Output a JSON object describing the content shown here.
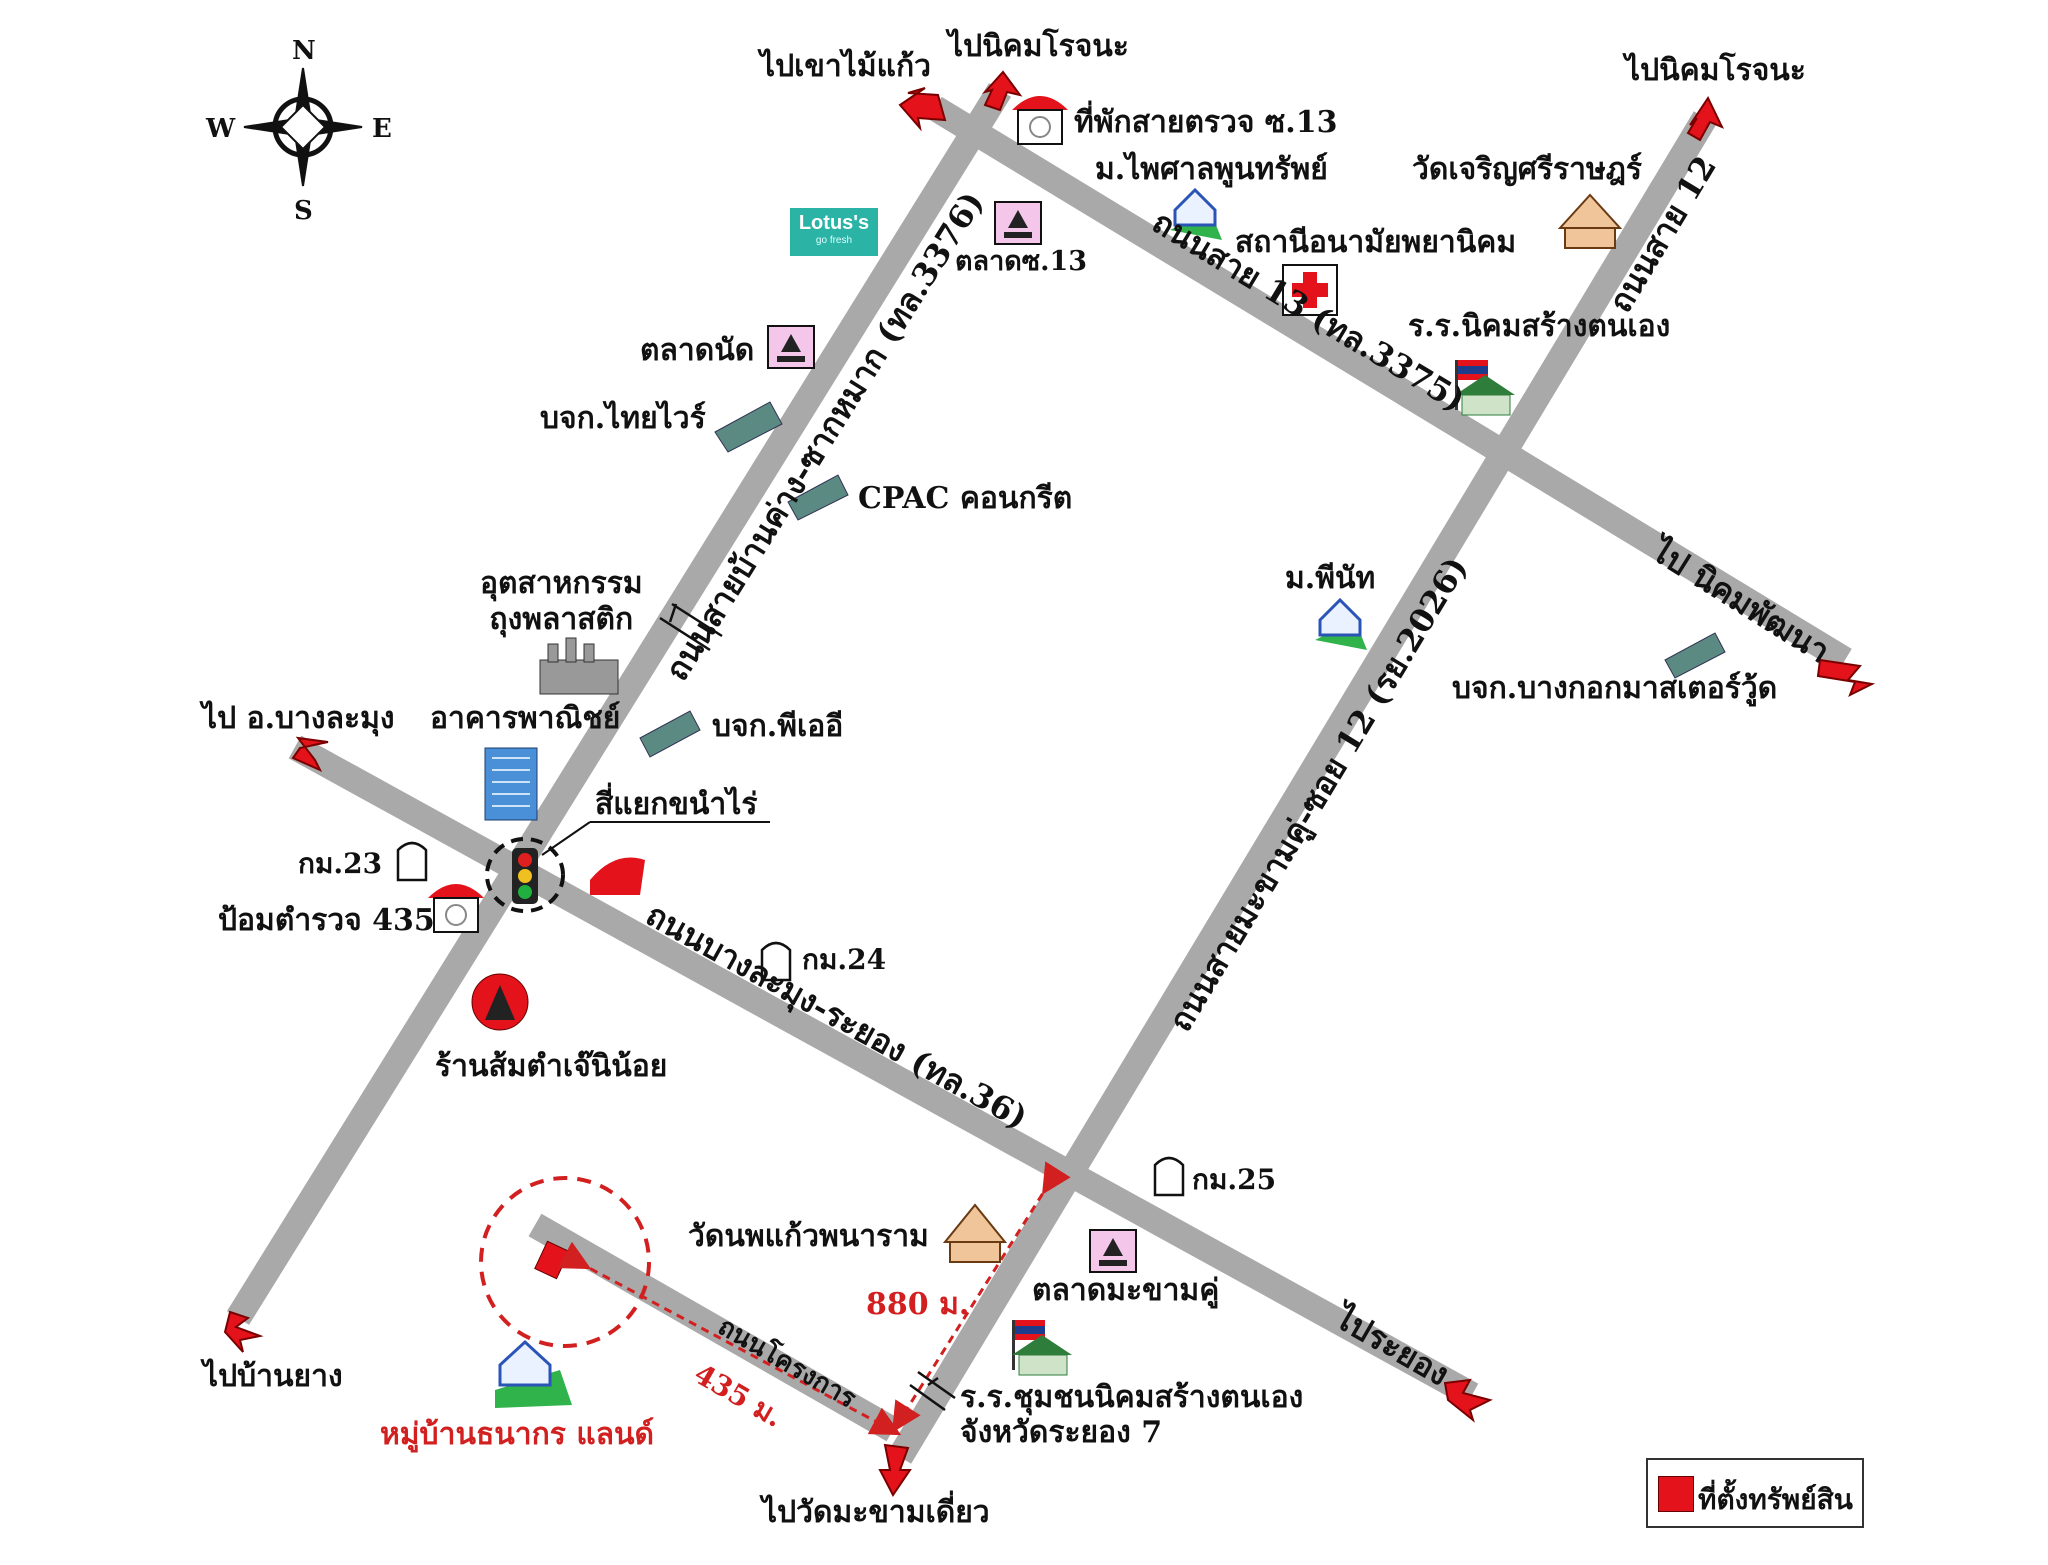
{
  "compass": {
    "n": "N",
    "s": "S",
    "e": "E",
    "w": "W"
  },
  "destinations": {
    "khao_mai_kaew": "ไปเขาไม้แก้ว",
    "nikhom_rojana_1": "ไปนิคมโรจนะ",
    "nikhom_rojana_2": "ไปนิคมโรจนะ",
    "nikhom_phatthana": "ไป นิคมพัฒนา",
    "bang_lamung": "ไป อ.บางละมุง",
    "ban_yang": "ไปบ้านยาง",
    "wat_makham_diao": "ไปวัดมะขามเดี่ยว",
    "rayong": "ไประยอง"
  },
  "roads": {
    "road_3376": "ถนนสายบ้านค่าง-ซากหมาก (ทล.3376)",
    "road_3375": "ถนนสาย 13 (ทล.3375)",
    "road_12": "ถนนสาย 12",
    "road_2026": "ถนนสายมะขามคู่-ซอย 12 (รย.2026)",
    "road_36": "ถนนบางละมุง-ระยอง (ทล.36)",
    "project_road": "ถนนโครงการ"
  },
  "places": {
    "checkpoint_13": "ที่พักสายตรวจ ซ.13",
    "pisal_village": "ม.ไพศาลพูนทรัพย์",
    "wat_charoen": "วัดเจริญศรีราษฎร์",
    "health_station": "สถานีอนามัยพยานิคม",
    "market_13": "ตลาดซ.13",
    "school_nikhom": "ร.ร.นิคมสร้างตนเอง",
    "talat_nat": "ตลาดนัด",
    "thai_wire": "บจก.ไทยไวร์",
    "cpac": "CPAC คอนกรีต",
    "plastic_bag": "อุตสาหกรรม\nถุงพลาสติก",
    "pe": "บจก.พีเออี",
    "commercial": "อาคารพาณิชย์",
    "intersection": "สี่แยกขนำไร่",
    "km23": "กม.23",
    "police_435": "ป้อมตำรวจ 435",
    "km24": "กม.24",
    "som_tam": "ร้านส้มตำเจ๊นิน้อย",
    "pinat_village": "ม.พีนัท",
    "bangkok_master_wood": "บจก.บางกอกมาสเตอร์วู้ด",
    "km25": "กม.25",
    "wat_nong_kaew": "วัดนพแก้วพนาราม",
    "makham_market": "ตลาดมะขามคู่",
    "chumchon_school": "ร.ร.ชุมชนนิคมสร้างตนเอง\nจังหวัดระยอง 7",
    "dist_880": "880 ม.",
    "dist_435": "435 ม.",
    "thanakorn": "หมู่บ้านธนากร แลนด์",
    "lotus": "Lotus's",
    "lotus_sub": "go fresh"
  },
  "legend": {
    "label": "ที่ตั้งทรัพย์สิน"
  },
  "colors": {
    "road": "#a9a9a9",
    "arrow": "#e3121b",
    "accent_red": "#d22020"
  }
}
